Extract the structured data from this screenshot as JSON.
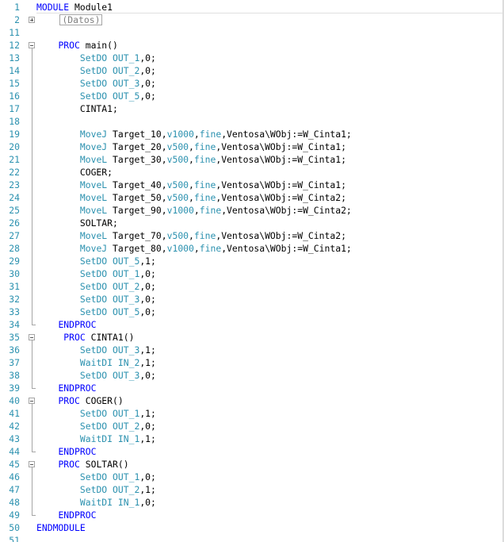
{
  "editor": {
    "lines": [
      {
        "n": "1",
        "fold": "",
        "tokens": [
          {
            "t": "MODULE",
            "c": "kw"
          },
          {
            "t": " Module1",
            "c": ""
          }
        ]
      },
      {
        "n": "2",
        "fold": "",
        "tokens": [
          {
            "t": "    ",
            "c": ""
          },
          {
            "t": "(Datos)",
            "c": "region"
          }
        ]
      },
      {
        "n": "11",
        "fold": "",
        "tokens": []
      },
      {
        "n": "12",
        "fold": "",
        "tokens": [
          {
            "t": "    ",
            "c": ""
          },
          {
            "t": "PROC",
            "c": "kw"
          },
          {
            "t": " main()",
            "c": ""
          }
        ]
      },
      {
        "n": "13",
        "fold": "",
        "tokens": [
          {
            "t": "        ",
            "c": ""
          },
          {
            "t": "SetDO",
            "c": "fn"
          },
          {
            "t": " ",
            "c": ""
          },
          {
            "t": "OUT_1",
            "c": "fn"
          },
          {
            "t": ",0;",
            "c": ""
          }
        ]
      },
      {
        "n": "14",
        "fold": "",
        "tokens": [
          {
            "t": "        ",
            "c": ""
          },
          {
            "t": "SetDO",
            "c": "fn"
          },
          {
            "t": " ",
            "c": ""
          },
          {
            "t": "OUT_2",
            "c": "fn"
          },
          {
            "t": ",0;",
            "c": ""
          }
        ]
      },
      {
        "n": "15",
        "fold": "",
        "tokens": [
          {
            "t": "        ",
            "c": ""
          },
          {
            "t": "SetDO",
            "c": "fn"
          },
          {
            "t": " ",
            "c": ""
          },
          {
            "t": "OUT_3",
            "c": "fn"
          },
          {
            "t": ",0;",
            "c": ""
          }
        ]
      },
      {
        "n": "16",
        "fold": "",
        "tokens": [
          {
            "t": "        ",
            "c": ""
          },
          {
            "t": "SetDO",
            "c": "fn"
          },
          {
            "t": " ",
            "c": ""
          },
          {
            "t": "OUT_5",
            "c": "fn"
          },
          {
            "t": ",0;",
            "c": ""
          }
        ]
      },
      {
        "n": "17",
        "fold": "",
        "tokens": [
          {
            "t": "        CINTA1;",
            "c": ""
          }
        ]
      },
      {
        "n": "18",
        "fold": "",
        "tokens": []
      },
      {
        "n": "19",
        "fold": "",
        "tokens": [
          {
            "t": "        ",
            "c": ""
          },
          {
            "t": "MoveJ",
            "c": "fn"
          },
          {
            "t": " Target_10,",
            "c": ""
          },
          {
            "t": "v1000",
            "c": "fn"
          },
          {
            "t": ",",
            "c": ""
          },
          {
            "t": "fine",
            "c": "fn"
          },
          {
            "t": ",Ventosa\\WObj:=W_Cinta1;",
            "c": ""
          }
        ]
      },
      {
        "n": "20",
        "fold": "",
        "tokens": [
          {
            "t": "        ",
            "c": ""
          },
          {
            "t": "MoveJ",
            "c": "fn"
          },
          {
            "t": " Target_20,",
            "c": ""
          },
          {
            "t": "v500",
            "c": "fn"
          },
          {
            "t": ",",
            "c": ""
          },
          {
            "t": "fine",
            "c": "fn"
          },
          {
            "t": ",Ventosa\\WObj:=W_Cinta1;",
            "c": ""
          }
        ]
      },
      {
        "n": "21",
        "fold": "",
        "tokens": [
          {
            "t": "        ",
            "c": ""
          },
          {
            "t": "MoveL",
            "c": "fn"
          },
          {
            "t": " Target_30,",
            "c": ""
          },
          {
            "t": "v500",
            "c": "fn"
          },
          {
            "t": ",",
            "c": ""
          },
          {
            "t": "fine",
            "c": "fn"
          },
          {
            "t": ",Ventosa\\WObj:=W_Cinta1;",
            "c": ""
          }
        ]
      },
      {
        "n": "22",
        "fold": "",
        "tokens": [
          {
            "t": "        COGER;",
            "c": ""
          }
        ]
      },
      {
        "n": "23",
        "fold": "",
        "tokens": [
          {
            "t": "        ",
            "c": ""
          },
          {
            "t": "MoveL",
            "c": "fn"
          },
          {
            "t": " Target_40,",
            "c": ""
          },
          {
            "t": "v500",
            "c": "fn"
          },
          {
            "t": ",",
            "c": ""
          },
          {
            "t": "fine",
            "c": "fn"
          },
          {
            "t": ",Ventosa\\WObj:=W_Cinta1;",
            "c": ""
          }
        ]
      },
      {
        "n": "24",
        "fold": "",
        "tokens": [
          {
            "t": "        ",
            "c": ""
          },
          {
            "t": "MoveL",
            "c": "fn"
          },
          {
            "t": " Target_50,",
            "c": ""
          },
          {
            "t": "v500",
            "c": "fn"
          },
          {
            "t": ",",
            "c": ""
          },
          {
            "t": "fine",
            "c": "fn"
          },
          {
            "t": ",Ventosa\\WObj:=W_Cinta2;",
            "c": ""
          }
        ]
      },
      {
        "n": "25",
        "fold": "",
        "tokens": [
          {
            "t": "        ",
            "c": ""
          },
          {
            "t": "MoveL",
            "c": "fn"
          },
          {
            "t": " Target_90,",
            "c": ""
          },
          {
            "t": "v1000",
            "c": "fn"
          },
          {
            "t": ",",
            "c": ""
          },
          {
            "t": "fine",
            "c": "fn"
          },
          {
            "t": ",Ventosa\\WObj:=W_Cinta2;",
            "c": ""
          }
        ]
      },
      {
        "n": "26",
        "fold": "",
        "tokens": [
          {
            "t": "        SOLTAR;",
            "c": ""
          }
        ]
      },
      {
        "n": "27",
        "fold": "",
        "tokens": [
          {
            "t": "        ",
            "c": ""
          },
          {
            "t": "MoveL",
            "c": "fn"
          },
          {
            "t": " Target_70,",
            "c": ""
          },
          {
            "t": "v500",
            "c": "fn"
          },
          {
            "t": ",",
            "c": ""
          },
          {
            "t": "fine",
            "c": "fn"
          },
          {
            "t": ",Ventosa\\WObj:=W_Cinta2;",
            "c": ""
          }
        ]
      },
      {
        "n": "28",
        "fold": "",
        "tokens": [
          {
            "t": "        ",
            "c": ""
          },
          {
            "t": "MoveJ",
            "c": "fn"
          },
          {
            "t": " Target_80,",
            "c": ""
          },
          {
            "t": "v1000",
            "c": "fn"
          },
          {
            "t": ",",
            "c": ""
          },
          {
            "t": "fine",
            "c": "fn"
          },
          {
            "t": ",Ventosa\\WObj:=W_Cinta1;",
            "c": ""
          }
        ]
      },
      {
        "n": "29",
        "fold": "",
        "tokens": [
          {
            "t": "        ",
            "c": ""
          },
          {
            "t": "SetDO",
            "c": "fn"
          },
          {
            "t": " ",
            "c": ""
          },
          {
            "t": "OUT_5",
            "c": "fn"
          },
          {
            "t": ",1;",
            "c": ""
          }
        ]
      },
      {
        "n": "30",
        "fold": "",
        "tokens": [
          {
            "t": "        ",
            "c": ""
          },
          {
            "t": "SetDO",
            "c": "fn"
          },
          {
            "t": " ",
            "c": ""
          },
          {
            "t": "OUT_1",
            "c": "fn"
          },
          {
            "t": ",0;",
            "c": ""
          }
        ]
      },
      {
        "n": "31",
        "fold": "",
        "tokens": [
          {
            "t": "        ",
            "c": ""
          },
          {
            "t": "SetDO",
            "c": "fn"
          },
          {
            "t": " ",
            "c": ""
          },
          {
            "t": "OUT_2",
            "c": "fn"
          },
          {
            "t": ",0;",
            "c": ""
          }
        ]
      },
      {
        "n": "32",
        "fold": "",
        "tokens": [
          {
            "t": "        ",
            "c": ""
          },
          {
            "t": "SetDO",
            "c": "fn"
          },
          {
            "t": " ",
            "c": ""
          },
          {
            "t": "OUT_3",
            "c": "fn"
          },
          {
            "t": ",0;",
            "c": ""
          }
        ]
      },
      {
        "n": "33",
        "fold": "",
        "tokens": [
          {
            "t": "        ",
            "c": ""
          },
          {
            "t": "SetDO",
            "c": "fn"
          },
          {
            "t": " ",
            "c": ""
          },
          {
            "t": "OUT_5",
            "c": "fn"
          },
          {
            "t": ",0;",
            "c": ""
          }
        ]
      },
      {
        "n": "34",
        "fold": "",
        "tokens": [
          {
            "t": "    ",
            "c": ""
          },
          {
            "t": "ENDPROC",
            "c": "kw"
          }
        ]
      },
      {
        "n": "35",
        "fold": "",
        "tokens": [
          {
            "t": "     ",
            "c": ""
          },
          {
            "t": "PROC",
            "c": "kw"
          },
          {
            "t": " CINTA1()",
            "c": ""
          }
        ]
      },
      {
        "n": "36",
        "fold": "",
        "tokens": [
          {
            "t": "        ",
            "c": ""
          },
          {
            "t": "SetDO",
            "c": "fn"
          },
          {
            "t": " ",
            "c": ""
          },
          {
            "t": "OUT_3",
            "c": "fn"
          },
          {
            "t": ",1;",
            "c": ""
          }
        ]
      },
      {
        "n": "37",
        "fold": "",
        "tokens": [
          {
            "t": "        ",
            "c": ""
          },
          {
            "t": "WaitDI",
            "c": "fn"
          },
          {
            "t": " ",
            "c": ""
          },
          {
            "t": "IN_2",
            "c": "fn"
          },
          {
            "t": ",1;",
            "c": ""
          }
        ]
      },
      {
        "n": "38",
        "fold": "",
        "tokens": [
          {
            "t": "        ",
            "c": ""
          },
          {
            "t": "SetDO",
            "c": "fn"
          },
          {
            "t": " ",
            "c": ""
          },
          {
            "t": "OUT_3",
            "c": "fn"
          },
          {
            "t": ",0;",
            "c": ""
          }
        ]
      },
      {
        "n": "39",
        "fold": "",
        "tokens": [
          {
            "t": "    ",
            "c": ""
          },
          {
            "t": "ENDPROC",
            "c": "kw"
          }
        ]
      },
      {
        "n": "40",
        "fold": "",
        "tokens": [
          {
            "t": "    ",
            "c": ""
          },
          {
            "t": "PROC",
            "c": "kw"
          },
          {
            "t": " COGER()",
            "c": ""
          }
        ]
      },
      {
        "n": "41",
        "fold": "",
        "tokens": [
          {
            "t": "        ",
            "c": ""
          },
          {
            "t": "SetDO",
            "c": "fn"
          },
          {
            "t": " ",
            "c": ""
          },
          {
            "t": "OUT_1",
            "c": "fn"
          },
          {
            "t": ",1;",
            "c": ""
          }
        ]
      },
      {
        "n": "42",
        "fold": "",
        "tokens": [
          {
            "t": "        ",
            "c": ""
          },
          {
            "t": "SetDO",
            "c": "fn"
          },
          {
            "t": " ",
            "c": ""
          },
          {
            "t": "OUT_2",
            "c": "fn"
          },
          {
            "t": ",0;",
            "c": ""
          }
        ]
      },
      {
        "n": "43",
        "fold": "",
        "tokens": [
          {
            "t": "        ",
            "c": ""
          },
          {
            "t": "WaitDI",
            "c": "fn"
          },
          {
            "t": " ",
            "c": ""
          },
          {
            "t": "IN_1",
            "c": "fn"
          },
          {
            "t": ",1;",
            "c": ""
          }
        ]
      },
      {
        "n": "44",
        "fold": "",
        "tokens": [
          {
            "t": "    ",
            "c": ""
          },
          {
            "t": "ENDPROC",
            "c": "kw"
          }
        ]
      },
      {
        "n": "45",
        "fold": "",
        "tokens": [
          {
            "t": "    ",
            "c": ""
          },
          {
            "t": "PROC",
            "c": "kw"
          },
          {
            "t": " SOLTAR()",
            "c": ""
          }
        ]
      },
      {
        "n": "46",
        "fold": "",
        "tokens": [
          {
            "t": "        ",
            "c": ""
          },
          {
            "t": "SetDO",
            "c": "fn"
          },
          {
            "t": " ",
            "c": ""
          },
          {
            "t": "OUT_1",
            "c": "fn"
          },
          {
            "t": ",0;",
            "c": ""
          }
        ]
      },
      {
        "n": "47",
        "fold": "",
        "tokens": [
          {
            "t": "        ",
            "c": ""
          },
          {
            "t": "SetDO",
            "c": "fn"
          },
          {
            "t": " ",
            "c": ""
          },
          {
            "t": "OUT_2",
            "c": "fn"
          },
          {
            "t": ",1;",
            "c": ""
          }
        ]
      },
      {
        "n": "48",
        "fold": "",
        "tokens": [
          {
            "t": "        ",
            "c": ""
          },
          {
            "t": "WaitDI",
            "c": "fn"
          },
          {
            "t": " ",
            "c": ""
          },
          {
            "t": "IN_1",
            "c": "fn"
          },
          {
            "t": ",0;",
            "c": ""
          }
        ]
      },
      {
        "n": "49",
        "fold": "",
        "tokens": [
          {
            "t": "    ",
            "c": ""
          },
          {
            "t": "ENDPROC",
            "c": "kw"
          }
        ]
      },
      {
        "n": "50",
        "fold": "",
        "tokens": [
          {
            "t": "",
            "c": ""
          },
          {
            "t": "ENDMODULE",
            "c": "kw"
          }
        ]
      },
      {
        "n": "51",
        "fold": "",
        "tokens": []
      }
    ],
    "colors": {
      "keyword": "#0000ff",
      "identifier": "#2b91af",
      "line_number": "#2b91af",
      "text": "#000000",
      "background": "#ffffff"
    },
    "fold_markers": [
      {
        "line": "2",
        "state": "collapsed",
        "icon": "expand-plus-icon"
      },
      {
        "line": "12",
        "state": "expanded",
        "icon": "collapse-minus-icon"
      },
      {
        "line": "35",
        "state": "expanded",
        "icon": "collapse-minus-icon"
      },
      {
        "line": "40",
        "state": "expanded",
        "icon": "collapse-minus-icon"
      },
      {
        "line": "45",
        "state": "expanded",
        "icon": "collapse-minus-icon"
      }
    ]
  }
}
